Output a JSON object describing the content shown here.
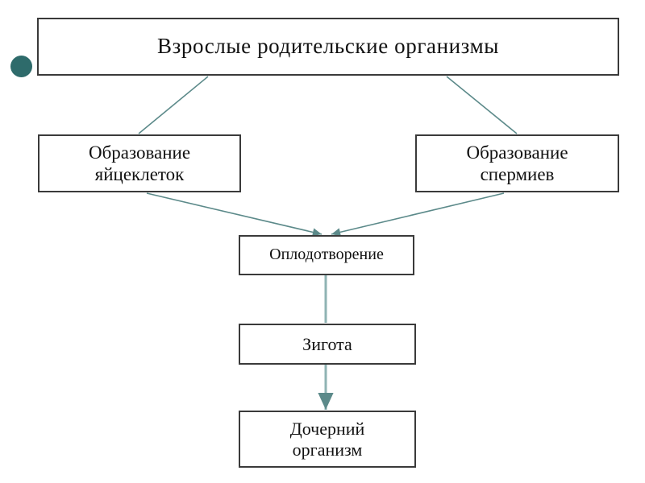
{
  "slide": {
    "bullet_color": "#2e6b6b",
    "box_border_color": "#3a3a3a",
    "connector_color": "#5c8a8a",
    "background": "#ffffff"
  },
  "diagram": {
    "type": "flowchart",
    "language": "ru",
    "nodes": [
      {
        "id": "parent",
        "label": "Взрослые родительские организмы"
      },
      {
        "id": "eggs",
        "label": "Образование\nяйцеклеток"
      },
      {
        "id": "sperm",
        "label": "Образование\nспермиев"
      },
      {
        "id": "fertilization",
        "label": "Оплодотворение"
      },
      {
        "id": "zygote",
        "label": "Зигота"
      },
      {
        "id": "offspring",
        "label": "Дочерний\nорганизм"
      }
    ],
    "edges": [
      {
        "from": "parent",
        "to": "eggs"
      },
      {
        "from": "parent",
        "to": "sperm"
      },
      {
        "from": "eggs",
        "to": "fertilization"
      },
      {
        "from": "sperm",
        "to": "fertilization"
      },
      {
        "from": "fertilization",
        "to": "zygote"
      },
      {
        "from": "zygote",
        "to": "offspring"
      }
    ]
  }
}
